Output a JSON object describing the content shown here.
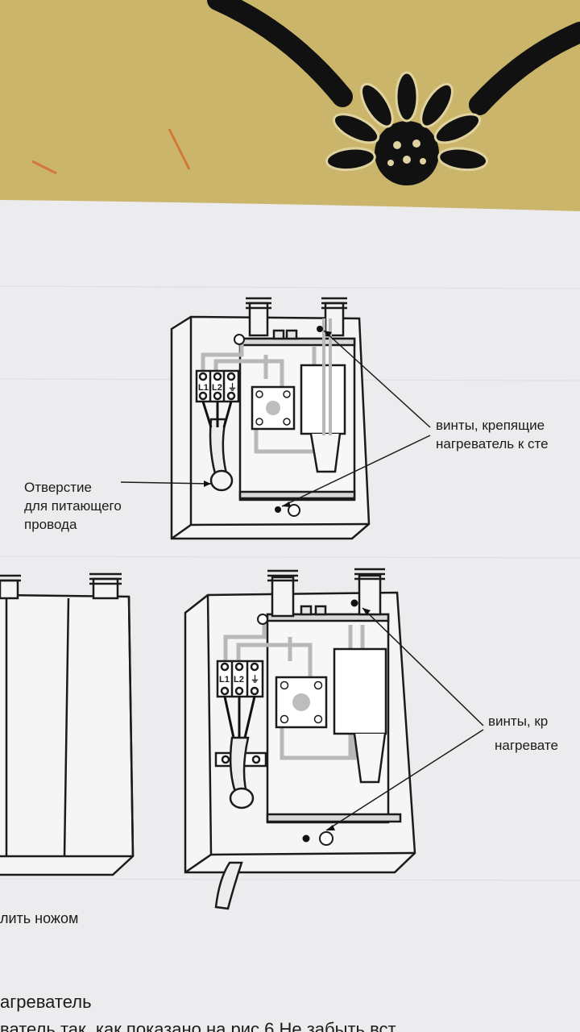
{
  "page": {
    "tablecloth_color": "#c9b46a",
    "paper_color": "#ececee",
    "ink_color": "#1b1b1b",
    "wire_color": "#b8b8b8"
  },
  "figure_top": {
    "label_screws": [
      "винты, крепящие",
      "нагреватель к сте"
    ],
    "label_hole": [
      "Отверстие",
      "для питающего",
      "провода"
    ],
    "terminals": [
      "L1",
      "L2"
    ]
  },
  "figure_bottom": {
    "label_screws": [
      "винты, кр",
      "нагревате"
    ],
    "terminals": [
      "L1",
      "L2"
    ]
  },
  "figure_left": {
    "caption": "лить ножом"
  },
  "text": {
    "heading": "агреватель",
    "body_line": "ватель так, как показано на рис.6 Не забыть вст"
  }
}
